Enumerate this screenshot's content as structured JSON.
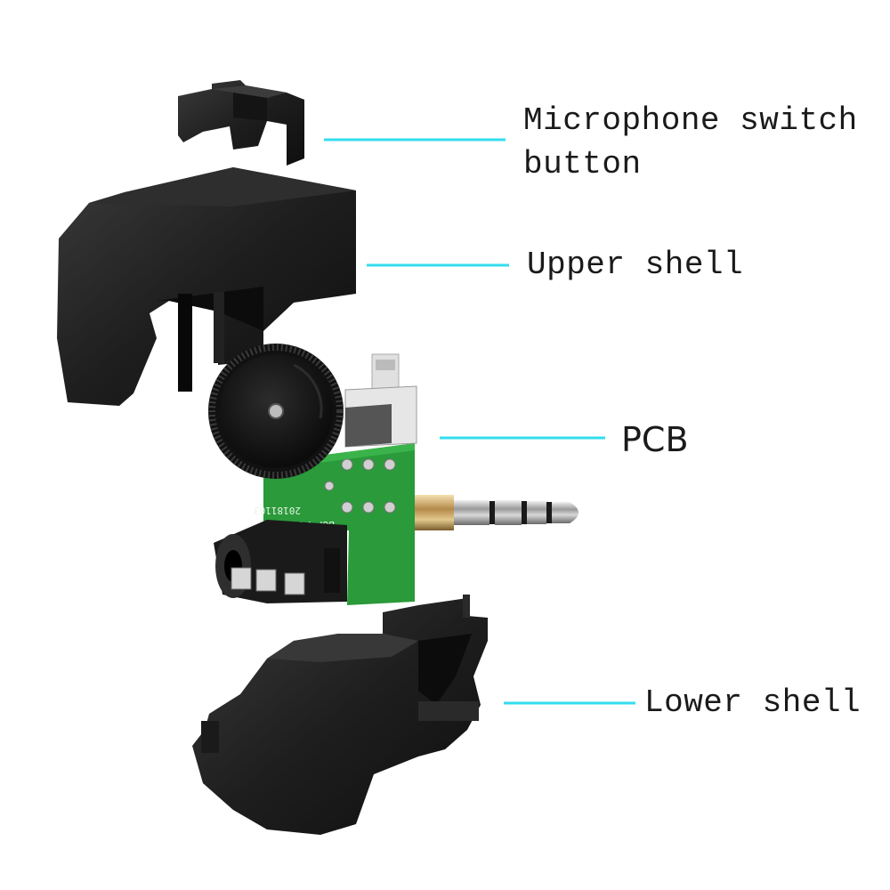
{
  "diagram": {
    "labels": {
      "switch_button_line1": "Microphone switch",
      "switch_button_line2": "button",
      "upper_shell": "Upper shell",
      "pcb": "PCB",
      "lower_shell": "Lower shell"
    },
    "pcb_print": {
      "line1": "20181103",
      "line2": "BGF-P4-3SA4"
    },
    "colors": {
      "leader_line": "#33ddee",
      "shell": "#1c1c1c",
      "pcb": "#2a9a3a",
      "text": "#1a1a1a"
    }
  }
}
